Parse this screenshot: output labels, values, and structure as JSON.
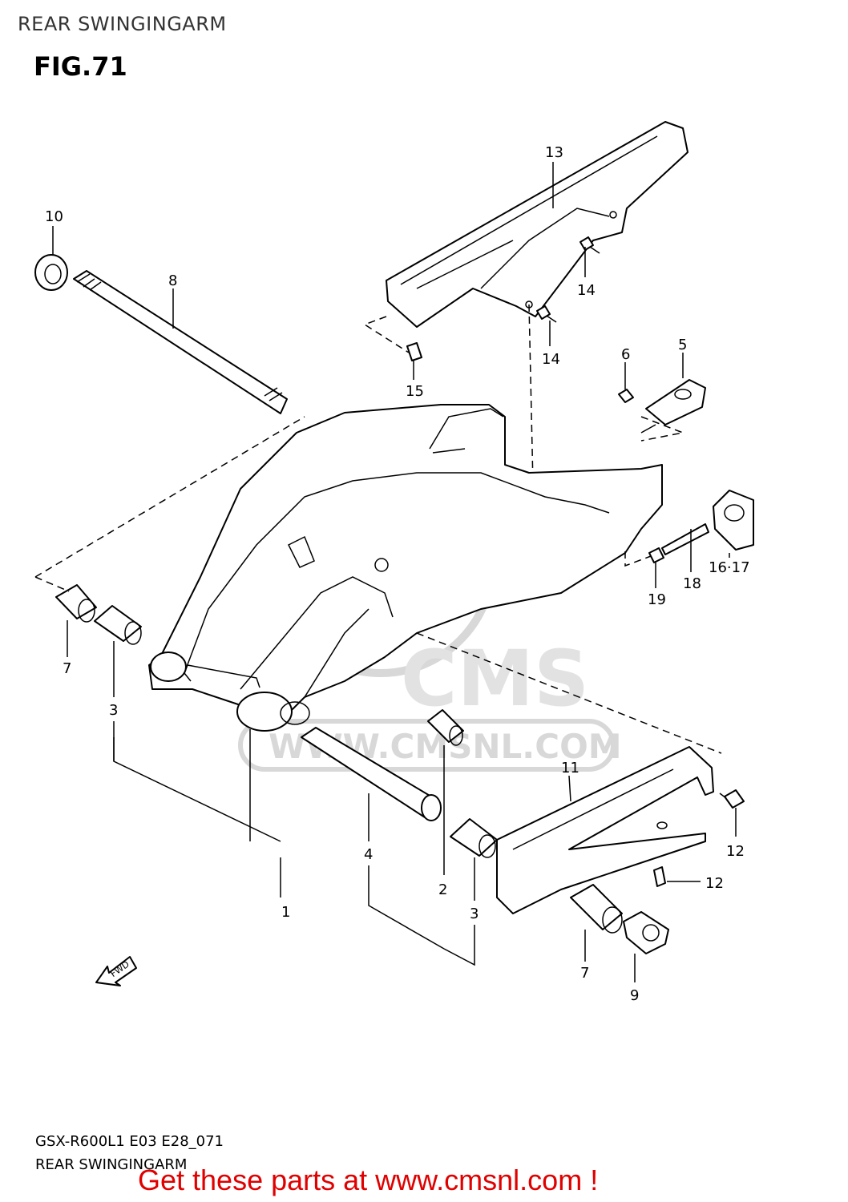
{
  "header": {
    "title": "REAR SWINGINGARM"
  },
  "figure": {
    "number": "FIG.71"
  },
  "watermark": {
    "text": "WWW.CMSNL.COM",
    "logo": "CMS"
  },
  "callouts": [
    "1",
    "2",
    "3",
    "3",
    "4",
    "5",
    "6",
    "7",
    "7",
    "8",
    "9",
    "10",
    "11",
    "12",
    "12",
    "13",
    "14",
    "14",
    "15",
    "16·17",
    "18",
    "19"
  ],
  "direction_marker": {
    "text": "FWD"
  },
  "footer": {
    "model_code": "GSX-R600L1 E03 E28_071",
    "diagram_name": "REAR SWINGINGARM",
    "call_to_action": "Get these parts at www.cmsnl.com !"
  },
  "colors": {
    "call_to_action": "#e00000",
    "watermark": "#d8d8d8"
  }
}
